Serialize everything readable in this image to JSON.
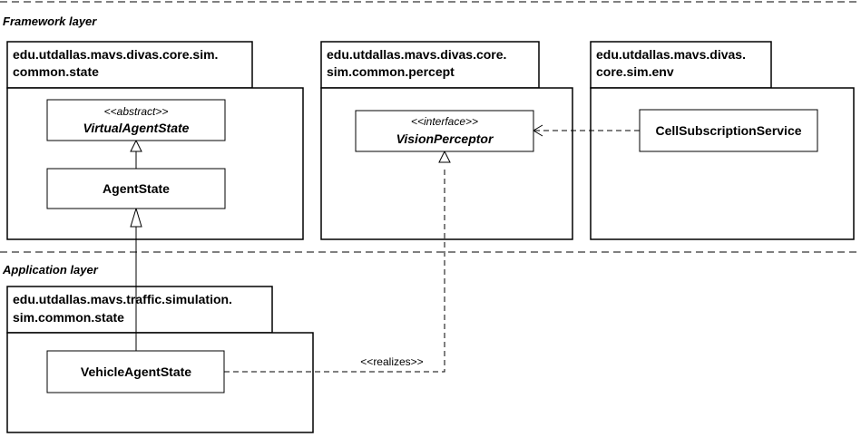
{
  "layers": {
    "framework": "Framework layer",
    "application": "Application layer"
  },
  "packages": {
    "core_state": {
      "line1": "edu.utdallas.mavs.divas.core.sim.",
      "line2": "common.state"
    },
    "core_percept": {
      "line1": "edu.utdallas.mavs.divas.core.",
      "line2": "sim.common.percept"
    },
    "core_env": {
      "line1": "edu.utdallas.mavs.divas.",
      "line2": "core.sim.env"
    },
    "traffic_state": {
      "line1": "edu.utdallas.mavs.traffic.simulation.",
      "line2": "sim.common.state"
    }
  },
  "classes": {
    "virtual_agent_state": {
      "stereotype": "<<abstract>>",
      "name": "VirtualAgentState"
    },
    "agent_state": {
      "name": "AgentState"
    },
    "vision_perceptor": {
      "stereotype": "<<interface>>",
      "name": "VisionPerceptor"
    },
    "cell_subscription_service": {
      "name": "CellSubscriptionService"
    },
    "vehicle_agent_state": {
      "name": "VehicleAgentState"
    }
  },
  "relations": {
    "realizes_label": "<<realizes>>"
  }
}
